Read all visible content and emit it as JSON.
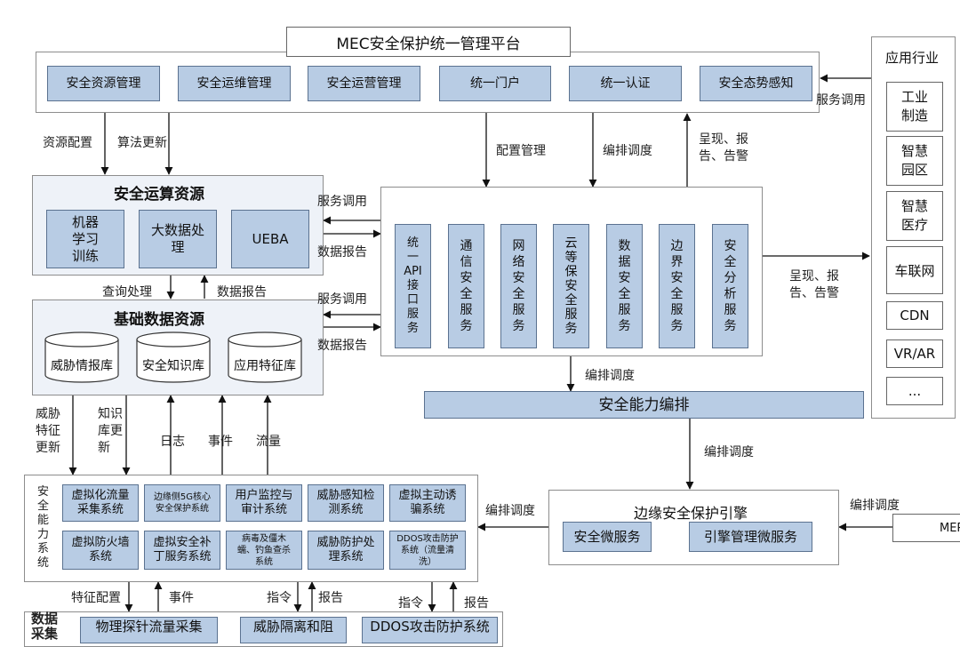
{
  "platform": {
    "title": "MEC安全保护统一管理平台",
    "modules": [
      "安全资源管理",
      "安全运维管理",
      "安全运营管理",
      "统一门户",
      "统一认证",
      "安全态势感知"
    ]
  },
  "industry": {
    "title": "应用行业",
    "items": [
      "工业\n制造",
      "智慧\n园区",
      "智慧\n医疗",
      "车联网",
      "CDN",
      "VR/AR",
      "..."
    ]
  },
  "compute": {
    "title": "安全运算资源",
    "items": [
      "机器\n学习\n训练",
      "大数据处\n理",
      "UEBA"
    ]
  },
  "basedata": {
    "title": "基础数据资源",
    "dbs": [
      "威胁情报库",
      "安全知识库",
      "应用特征库"
    ]
  },
  "services": [
    "统\n一\nAPI\n接\n口\n服\n务",
    "通\n信\n安\n全\n服\n务",
    "网\n络\n安\n全\n服\n务",
    "云\n等\n保\n安\n全\n服\n务",
    "数\n据\n安\n全\n服\n务",
    "边\n界\n安\n全\n服\n务",
    "安\n全\n分\n析\n服\n务"
  ],
  "orchestration": "安全能力编排",
  "engine": {
    "title": "边缘安全保护引擎",
    "items": [
      "安全微服务",
      "引擎管理微服务"
    ]
  },
  "mep": "MEP",
  "capability": {
    "title": "安\n全\n能\n力\n系\n统",
    "row1": [
      "虚拟化流量\n采集系统",
      "边缘侧5G核心\n安全保护系统",
      "用户监控与\n审计系统",
      "威胁感知检\n测系统",
      "虚拟主动诱\n骗系统"
    ],
    "row2": [
      "虚拟防火墙\n系统",
      "虚拟安全补\n丁服务系统",
      "病毒及僵木\n蠕、钓鱼查杀\n系统",
      "威胁防护处\n理系统",
      "DDOS攻击防护\n系统（流量清\n洗）"
    ]
  },
  "collect": {
    "title": "数据\n采集",
    "items": [
      "物理探针流量采集",
      "威胁隔离和阻",
      "DDOS攻击防护系统"
    ]
  },
  "labels": {
    "service_call_right": "服务调用",
    "resource_config": "资源配置",
    "algo_update": "算法更新",
    "config_mgmt": "配置管理",
    "orch_dispatch_1": "编排调度",
    "present_report_1": "呈现、报\n告、告警",
    "service_call_a": "服务调用",
    "data_report_a": "数据报告",
    "service_call_b": "服务调用",
    "data_report_b": "数据报告",
    "query_process": "查询处理",
    "data_report_c": "数据报告",
    "present_report_2": "呈现、报\n告、告警",
    "orch_dispatch_2": "编排调度",
    "orch_dispatch_3": "编排调度",
    "orch_dispatch_4": "编排调度",
    "orch_dispatch_5": "编排调度",
    "threat_feature": "威胁\n特征\n更新",
    "kb_update": "知识\n库更\n新",
    "log": "日志",
    "event": "事件",
    "traffic": "流量",
    "feature_config": "特征配置",
    "event_b": "事件",
    "command_a": "指令",
    "report_a": "报告",
    "command_b": "指令",
    "report_b": "报告"
  }
}
